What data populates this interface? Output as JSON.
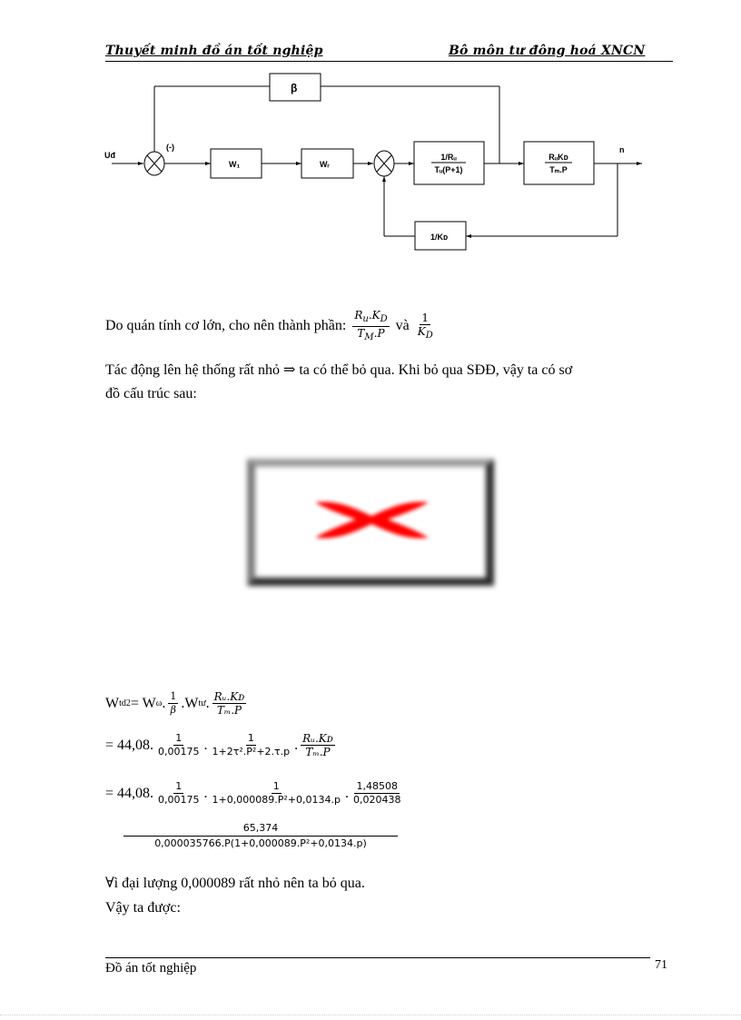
{
  "header": {
    "left": "Thuyết minh đồ án tốt nghiệp",
    "right": "Bô môn tư đông hoá XNCN"
  },
  "diagram": {
    "input_label": "Uđ",
    "sign_label": "(-)",
    "feedback_top": "β",
    "block_w1": "W₁",
    "block_w2": "Wᵣ",
    "block_3_num": "1/Rᵤ",
    "block_3_den": "Tᵤ(P+1)",
    "block_4_num": "RᵤKᴅ",
    "block_4_den": "Tₘ.P",
    "feedback_bottom": "1/Kᴅ",
    "output_label": "n"
  },
  "paragraph1": {
    "text": "Do quán tính cơ lớn, cho nên thành phần:",
    "frac1_num": "R",
    "frac1_num_sub": "u",
    "frac1_num_mid": ".K",
    "frac1_num_sub2": "D",
    "frac1_den": "T",
    "frac1_den_sub": "M",
    "frac1_den_tail": ".P",
    "and": "và",
    "frac2_num": "1",
    "frac2_den": "K",
    "frac2_den_sub": "D"
  },
  "paragraph2": {
    "line1": "Tác động lên hệ thống rất nhỏ ⇒ ta có thể bỏ qua. Khi bỏ qua SĐĐ, vậy ta có sơ",
    "line2": "đồ cấu trúc sau:"
  },
  "broken_image": {
    "icon": "broken-image-x-icon",
    "x_color": "#ff0000"
  },
  "equations": {
    "eq1": {
      "lhs": "W",
      "lhs_sub": "td2",
      "eq": " = W",
      "w_sub": "ω",
      "dot1": ".",
      "f_num": "1",
      "f_den": "β",
      "w2": ".W",
      "w2_sub": "tư",
      "dot2": ".",
      "f2_num": "Rᵤ.Kᴅ",
      "f2_den": "Tₘ.P"
    },
    "eq2": {
      "prefix": "= 44,08.",
      "f1_num": "1",
      "f1_den": "0,00175",
      "f2_num": "1",
      "f2_den": "1+2τ².P²+2.τ.p",
      "f3_num": "Rᵤ.Kᴅ",
      "f3_den": "Tₘ.P"
    },
    "eq3": {
      "prefix": "= 44,08.",
      "f1_num": "1",
      "f1_den": "0,00175",
      "f2_num": "1",
      "f2_den": "1+0,000089.P²+0,0134.p",
      "f3_num": "1,48508",
      "f3_den": "0,020438"
    },
    "eq4": {
      "num": "65,374",
      "den": "0,000035766.P(1+0,000089.P²+0,0134.p)"
    }
  },
  "paragraph3": {
    "line1": "∀ì đại lượng 0,000089 rất nhỏ nên ta bỏ qua.",
    "line2": "Vậy ta được:"
  },
  "footer": {
    "left": "Đồ án tốt nghiệp",
    "page_number": "71"
  }
}
